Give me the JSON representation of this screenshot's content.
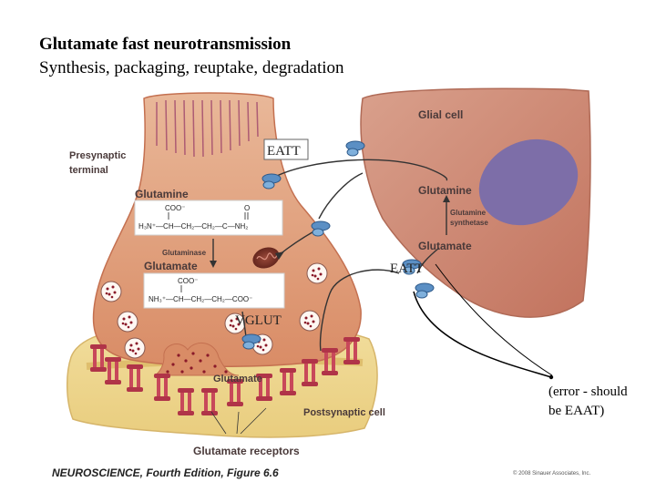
{
  "title": {
    "line1": "Glutamate fast neurotransmission",
    "line2": "Synthesis, packaging, reuptake, degradation"
  },
  "labels": {
    "glial_cell": "Glial cell",
    "presynaptic_1": "Presynaptic",
    "presynaptic_2": "terminal",
    "eatt_top": "EATT",
    "eatt_bottom": "EATT",
    "glutamine_left": "Glutamine",
    "glutamine_right": "Glutamine",
    "glutamine_synthetase_1": "Glutamine",
    "glutamine_synthetase_2": "synthetase",
    "glutamate_right": "Glutamate",
    "glutaminase": "Glutaminase",
    "glutamate_left": "Glutamate",
    "vglut": "VGLUT",
    "glutamate_cleft": "Glutamate",
    "postsynaptic_cell": "Postsynaptic cell",
    "glutamate_receptors": "Glutamate receptors"
  },
  "formulas": {
    "glutamine_top": "COO⁻",
    "glutamine_main": "H₃N⁺—CH—CH₂—CH₂—C—NH₂",
    "glutamine_o": "O",
    "glutamate_top": "COO⁻",
    "glutamate_main": "NH₃⁺—CH—CH₂—CH₂—COO⁻"
  },
  "note": {
    "line1": "(error - should",
    "line2": "be EAAT)"
  },
  "footer": "NEUROSCIENCE, Fourth Edition, Figure 6.6",
  "copyright": "© 2008 Sinauer Associates, Inc."
}
